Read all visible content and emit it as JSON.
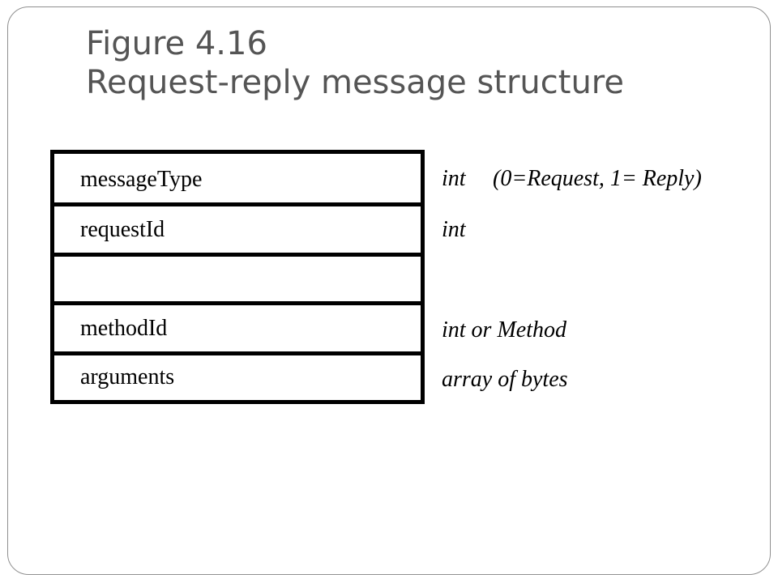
{
  "title": {
    "line1": "Figure 4.16",
    "line2": "Request-reply message structure"
  },
  "fields": [
    {
      "name": "messageType",
      "type": "int",
      "note": "(0=Request, 1= Reply)"
    },
    {
      "name": "requestId",
      "type": "int"
    },
    {
      "name": "",
      "type": ""
    },
    {
      "name": "methodId",
      "type": "int or Method"
    },
    {
      "name": "arguments",
      "type": "array of bytes"
    }
  ]
}
